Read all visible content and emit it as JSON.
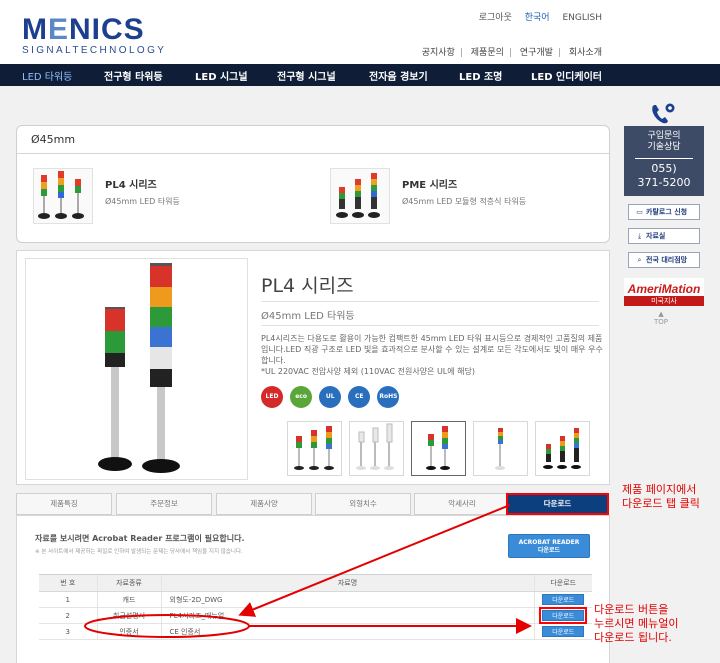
{
  "brand": {
    "name": "MENICS",
    "tagline": "SIGNALTECHNOLOGY"
  },
  "util_links": [
    "로그아웃",
    "한국어",
    "ENGLISH"
  ],
  "top_nav": [
    "공지사항",
    "제품문의",
    "연구개발",
    "회사소개"
  ],
  "main_nav": [
    "LED 타워등",
    "전구형 타워등",
    "LED 시그널",
    "전구형 시그널",
    "전자음 경보기",
    "LED 조명",
    "LED 인디케이터"
  ],
  "category": {
    "title": "Ø45mm",
    "series": [
      {
        "name": "PL4 시리즈",
        "desc": "Ø45mm LED 타워등"
      },
      {
        "name": "PME 시리즈",
        "desc": "Ø45mm LED 모듈형 적층식 타워등"
      }
    ]
  },
  "product": {
    "title": "PL4 시리즈",
    "subtitle": "Ø45mm LED 타워등",
    "description": "PL4시리즈는 다용도로 활용이 가능한 컴팩트한 45mm LED 타워 표시등으로 경제적인 고품질의 제품입니다.LED 직광 구조로 LED 빛을 효과적으로 분사할 수 있는 설계로 모든 각도에서도 빛이 매우 우수합니다.",
    "note": "*UL 220VAC 전압사양 제외 (110VAC 전원사양은 UL에 해당)",
    "certs": [
      "LED",
      "eco",
      "UL",
      "CE",
      "RoHS"
    ]
  },
  "tabs": [
    "제품특징",
    "주문정보",
    "제품사양",
    "외형치수",
    "악세사리",
    "다운로드"
  ],
  "downloads": {
    "notice": "자료를 보시려면 Acrobat Reader 프로그램이 필요합니다.",
    "notice_sub": "※ 본 사이트에서 제공하는 파일로 인하여 발생되는 문제는 당사에서 책임을 지지 않습니다.",
    "acrobat_button": [
      "ACROBAT READER",
      "다운로드"
    ],
    "columns": [
      "번 호",
      "자료종류",
      "자료명",
      "다운로드"
    ],
    "rows": [
      {
        "no": "1",
        "type": "캐드",
        "name": "외형도-2D_DWG",
        "btn": "다운로드"
      },
      {
        "no": "2",
        "type": "취급설명서",
        "name": "PL4시리즈_매뉴얼",
        "btn": "다운로드"
      },
      {
        "no": "3",
        "type": "인증서",
        "name": "CE 인증서",
        "btn": "다운로드"
      }
    ]
  },
  "annotations": {
    "tab_hint": [
      "제품 페이지에서",
      "다운로드 탭 클릭"
    ],
    "button_hint": [
      "다운로드 버튼을",
      "누르시면 메뉴얼이",
      "다운로드 됩니다."
    ]
  },
  "side": {
    "inquiry": [
      "구입문의",
      "기술상담"
    ],
    "phone": [
      "055)",
      "371-5200"
    ],
    "buttons": [
      "카탈로그 신청",
      "자료실",
      "전국 대리점망"
    ],
    "partner": {
      "name": "AmeriMation",
      "label": "미국지사"
    },
    "top": "TOP"
  },
  "colors": {
    "nav_bg": "#0f1d36",
    "brand": "#1d3f8f",
    "button": "#3a8cd8",
    "annotation": "#e40000"
  }
}
